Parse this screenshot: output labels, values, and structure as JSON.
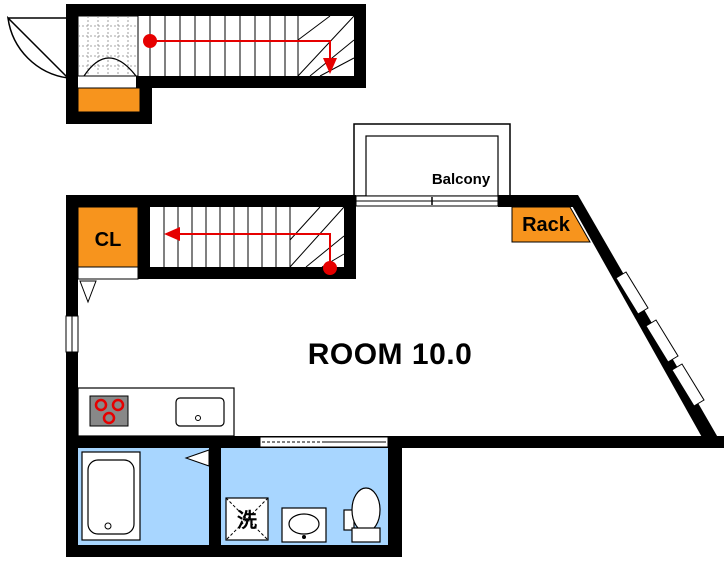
{
  "labels": {
    "room": "ROOM 10.0",
    "closet": "CL",
    "rack": "Rack",
    "balcony": "Balcony",
    "washer": "洗"
  },
  "colors": {
    "wall": "#000000",
    "storage": "#f7941d",
    "wet_area": "#a8d6ff",
    "arrow": "#e60000",
    "window": "#ffffff",
    "floor": "#ffffff"
  },
  "icons": {
    "stairs_arrow": "stairs-direction-arrow-icon",
    "stove": "stove-burners-icon",
    "sink": "kitchen-sink-icon",
    "bathtub": "bathtub-icon",
    "washbasin": "washbasin-icon",
    "toilet": "toilet-icon",
    "washer": "washing-machine-pan-icon",
    "door": "door-swing-icon"
  }
}
